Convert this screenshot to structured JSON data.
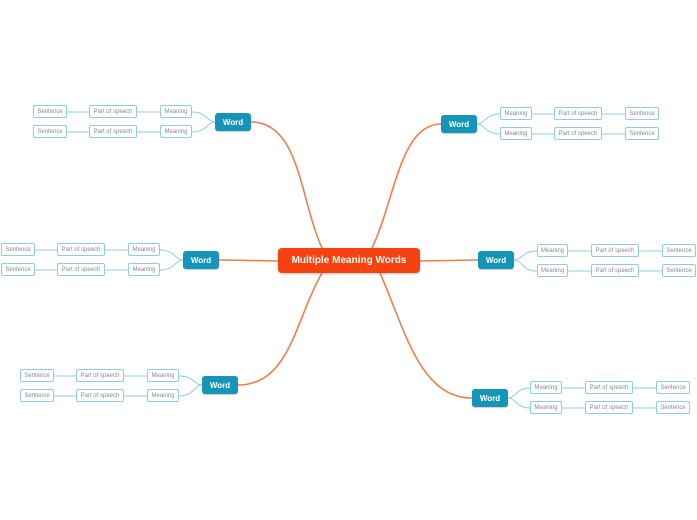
{
  "central": {
    "label": "Multiple Meaning Words"
  },
  "branches": [
    {
      "word": "Word",
      "meanings": [
        {
          "meaning": "Meaning",
          "part_of_speech": "Part of speech",
          "sentence": "Sentence"
        },
        {
          "meaning": "Meaning",
          "part_of_speech": "Part of speech",
          "sentence": "Sentence"
        }
      ]
    },
    {
      "word": "Word",
      "meanings": [
        {
          "meaning": "Meaning",
          "part_of_speech": "Part of speech",
          "sentence": "Sentence"
        },
        {
          "meaning": "Meaning",
          "part_of_speech": "Part of speech",
          "sentence": "Sentence"
        }
      ]
    },
    {
      "word": "Word",
      "meanings": [
        {
          "meaning": "Meaning",
          "part_of_speech": "Part of speech",
          "sentence": "Sentence"
        },
        {
          "meaning": "Meaning",
          "part_of_speech": "Part of speech",
          "sentence": "Sentence"
        }
      ]
    },
    {
      "word": "Word",
      "meanings": [
        {
          "meaning": "Meaning",
          "part_of_speech": "Part of speech",
          "sentence": "Sentence"
        },
        {
          "meaning": "Meaning",
          "part_of_speech": "Part of speech",
          "sentence": "Sentence"
        }
      ]
    },
    {
      "word": "Word",
      "meanings": [
        {
          "meaning": "Meaning",
          "part_of_speech": "Part of speech",
          "sentence": "Sentence"
        },
        {
          "meaning": "Meaning",
          "part_of_speech": "Part of speech",
          "sentence": "Sentence"
        }
      ]
    },
    {
      "word": "Word",
      "meanings": [
        {
          "meaning": "Meaning",
          "part_of_speech": "Part of speech",
          "sentence": "Sentence"
        },
        {
          "meaning": "Meaning",
          "part_of_speech": "Part of speech",
          "sentence": "Sentence"
        }
      ]
    }
  ],
  "colors": {
    "central_fill": "#f5420f",
    "word_fill": "#1596b9",
    "leaf_border": "#8fcde0",
    "main_link": "#f07d4e",
    "sub_link": "#8fcde0"
  }
}
